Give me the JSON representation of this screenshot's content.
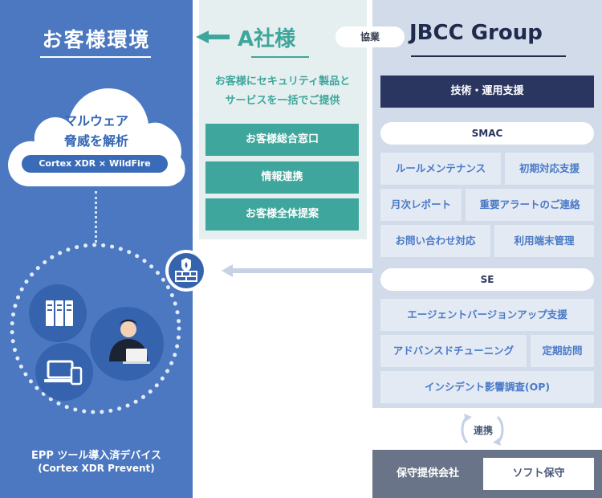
{
  "customer_env": {
    "title": "お客様環境",
    "cloud_line1": "マルウェア",
    "cloud_line2": "脅威を解析",
    "cloud_pill": "Cortex XDR × WildFire",
    "epp_line1": "EPP ツール導入済デバイス",
    "epp_line2": "(Cortex XDR Prevent)"
  },
  "company_a": {
    "title": "A社様",
    "desc_line1": "お客様にセキュリティ製品と",
    "desc_line2": "サービスを一括でご提供",
    "buttons": [
      "お客様総合窓口",
      "情報連携",
      "お客様全体提案"
    ]
  },
  "partner_badge": "協業",
  "jbcc": {
    "title": "JBCC Group",
    "support_bar": "技術・運用支援",
    "smac": {
      "header": "SMAC",
      "cells": [
        "ルールメンテナンス",
        "初期対応支援",
        "月次レポート",
        "重要アラートのご連絡",
        "お問い合わせ対応",
        "利用端末管理"
      ]
    },
    "se": {
      "header": "SE",
      "cells": [
        "エージェントバージョンアップ支援",
        "アドバンスドチューニング",
        "定期訪問",
        "インシデント影響調査(OP)"
      ]
    }
  },
  "link_label": "連携",
  "maintenance": {
    "label": "保守提供会社",
    "button": "ソフト保守"
  },
  "colors": {
    "left_panel": "#4b78c0",
    "teal": "#3ea69c",
    "navy": "#2a3560",
    "right_panel": "#d1dbe9",
    "gray_bar": "#6a7488"
  }
}
